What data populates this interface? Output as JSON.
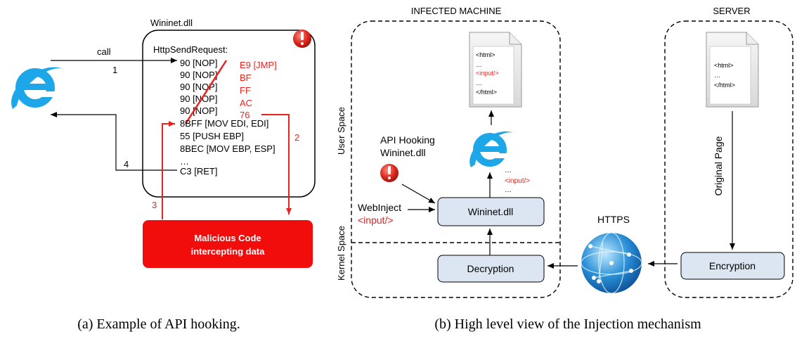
{
  "panel_a": {
    "dll_title": "Wininet.dll",
    "call_label": "call",
    "step1": "1",
    "step2": "2",
    "step3": "3",
    "step4": "4",
    "function_name": "HttpSendRequest:",
    "nop_lines": [
      "90 [NOP]",
      "90 [NOP]",
      "90 [NOP]",
      "90 [NOP]",
      "90 [NOP]"
    ],
    "patch_lines": [
      "E9 [JMP]",
      "BF",
      "FF",
      "AC",
      "76"
    ],
    "code_lines": [
      "8BFF [MOV EDI, EDI]",
      "55 [PUSH EBP]",
      "8BEC [MOV EBP, ESP]",
      "…",
      "C3 [RET]"
    ],
    "malicious_line1": "Malicious Code",
    "malicious_line2": "intercepting data",
    "caption": "(a) Example of API hooking."
  },
  "panel_b": {
    "infected_title": "INFECTED MACHINE",
    "server_title": "SERVER",
    "user_space": "User Space",
    "kernel_space": "Kernel Space",
    "doc_html_open": "<html>",
    "doc_ellipsis1": "…",
    "doc_input": "<input/>",
    "doc_ellipsis2": "…",
    "doc_html_close": "</html>",
    "server_doc_open": "<html>",
    "server_doc_ellipsis": "…",
    "server_doc_close": "</html>",
    "api_hooking_line1": "API Hooking",
    "api_hooking_line2": "Wininet.dll",
    "webinject_label": "WebInject",
    "webinject_tag": "<input/>",
    "stream_ellipsis1": "…",
    "stream_input": "<input/>",
    "stream_ellipsis2": "…",
    "wininet_box": "Wininet.dll",
    "decryption_box": "Decryption",
    "encryption_box": "Encryption",
    "https_label": "HTTPS",
    "original_page": "Original Page",
    "caption": "(b) High level view of the Injection mechanism"
  },
  "colors": {
    "red": "#e8231f",
    "box_fill": "#dce6f2",
    "ie_blue": "#1ea7e8"
  }
}
